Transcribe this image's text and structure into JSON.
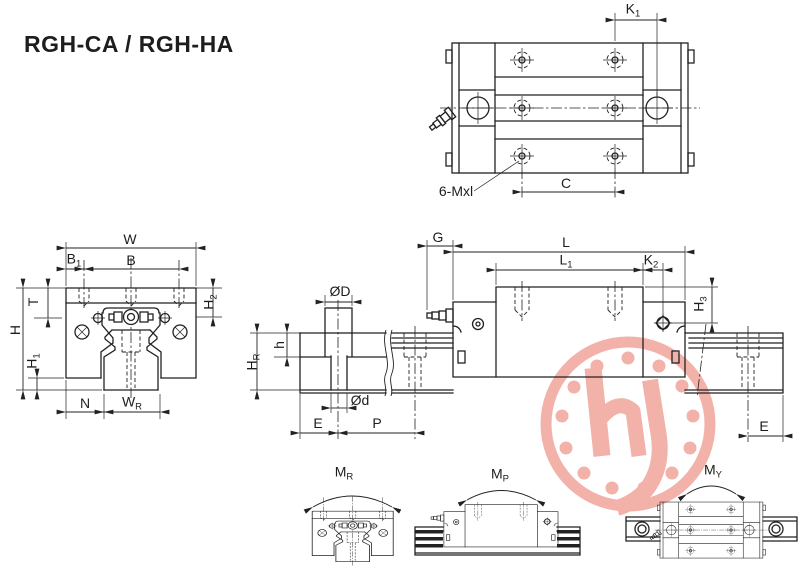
{
  "title": "RGH-CA / RGH-HA",
  "colors": {
    "line": "#222222",
    "background": "#ffffff",
    "watermark": "#f2b1a9"
  },
  "views": {
    "top_view": {
      "k1": {
        "base": "K",
        "sub": "1"
      },
      "c": "C",
      "thread_note": "6-Mxl"
    },
    "front_view": {
      "w": "W",
      "b1": {
        "base": "B",
        "sub": "1"
      },
      "b": "B",
      "t": "T",
      "h": "H",
      "h1": {
        "base": "H",
        "sub": "1"
      },
      "h2": {
        "base": "H",
        "sub": "2"
      },
      "n": "N",
      "wr": {
        "base": "W",
        "sub": "R"
      }
    },
    "side_view": {
      "g": "G",
      "l": "L",
      "l1": {
        "base": "L",
        "sub": "1"
      },
      "k2": {
        "base": "K",
        "sub": "2"
      },
      "h3": {
        "base": "H",
        "sub": "3"
      },
      "od_big": "ØD",
      "h_small": "h",
      "hr": {
        "base": "H",
        "sub": "R"
      },
      "od_small": "Ød",
      "e_left": "E",
      "p": "P",
      "e_right": "E"
    },
    "moment_views": {
      "mr": {
        "base": "M",
        "sub": "R"
      },
      "mp": {
        "base": "M",
        "sub": "P"
      },
      "my": {
        "base": "M",
        "sub": "Y"
      }
    }
  },
  "watermark": {
    "icon": "hiwin-bearing-logo",
    "color": "#f2b1a9"
  }
}
